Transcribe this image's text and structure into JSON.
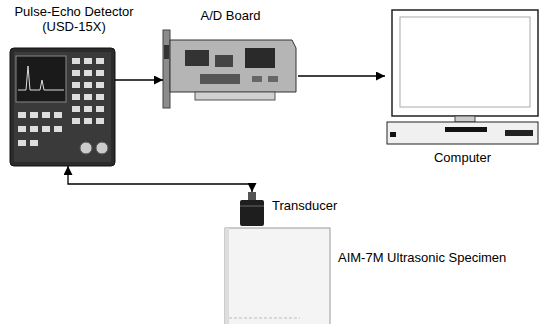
{
  "diagram": {
    "nodes": [
      {
        "text": [
          "Pulse-Echo Detector (USD-15X)"
        ]
      },
      {
        "text": [
          "A/D Board"
        ]
      },
      {
        "text": [
          "Computer"
        ]
      },
      {
        "text": [
          "Transducer"
        ]
      },
      {
        "text": [
          "AIM-7M Ultrasonic Specimen"
        ]
      }
    ],
    "edges": [
      {
        "from": 0,
        "to": 1,
        "arrow": "to"
      },
      {
        "from": 1,
        "to": 2,
        "arrow": "to"
      },
      {
        "from": 0,
        "to": 3,
        "arrow": "both"
      }
    ]
  }
}
